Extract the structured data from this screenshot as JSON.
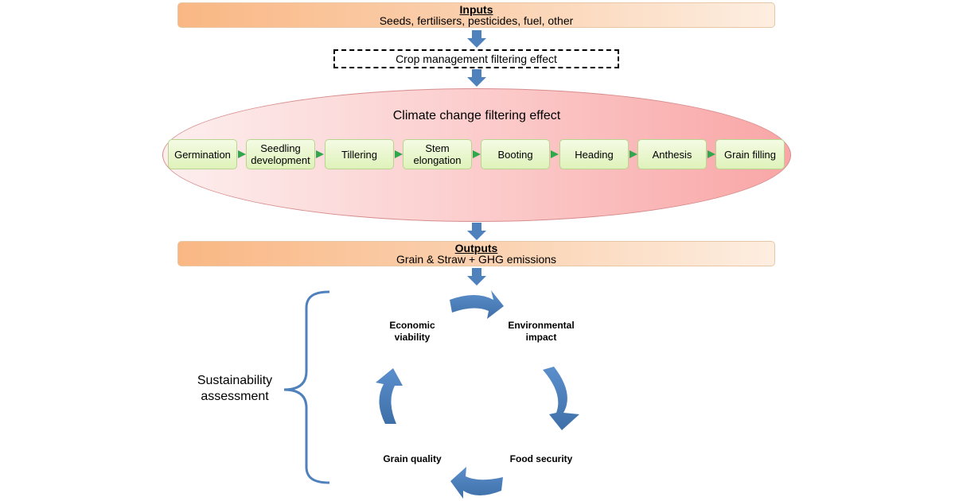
{
  "inputs": {
    "title": "Inputs",
    "subtitle": "Seeds, fertilisers, pesticides, fuel, other"
  },
  "crop_filter": "Crop management filtering effect",
  "climate_filter": {
    "title": "Climate change filtering effect",
    "stages": [
      {
        "line1": "Germination",
        "line2": ""
      },
      {
        "line1": "Seedling",
        "line2": "development"
      },
      {
        "line1": "Tillering",
        "line2": ""
      },
      {
        "line1": "Stem",
        "line2": "elongation"
      },
      {
        "line1": "Booting",
        "line2": ""
      },
      {
        "line1": "Heading",
        "line2": ""
      },
      {
        "line1": "Anthesis",
        "line2": ""
      },
      {
        "line1": "Grain filling",
        "line2": ""
      }
    ]
  },
  "outputs": {
    "title": "Outputs",
    "subtitle": "Grain & Straw + GHG emissions"
  },
  "sustainability": {
    "label_line1": "Sustainability",
    "label_line2": "assessment",
    "pillars": {
      "economic": {
        "line1": "Economic",
        "line2": "viability"
      },
      "environmental": {
        "line1": "Environmental",
        "line2": "impact"
      },
      "food": {
        "line1": "Food security"
      },
      "quality": {
        "line1": "Grain quality"
      }
    }
  },
  "colors": {
    "flow_arrow": "#4f81bd",
    "band_orange": "#f9b784",
    "ellipse_red": "#f9a6a6",
    "stage_green": "#dff2ba",
    "stage_arrow": "#2ea84a"
  }
}
